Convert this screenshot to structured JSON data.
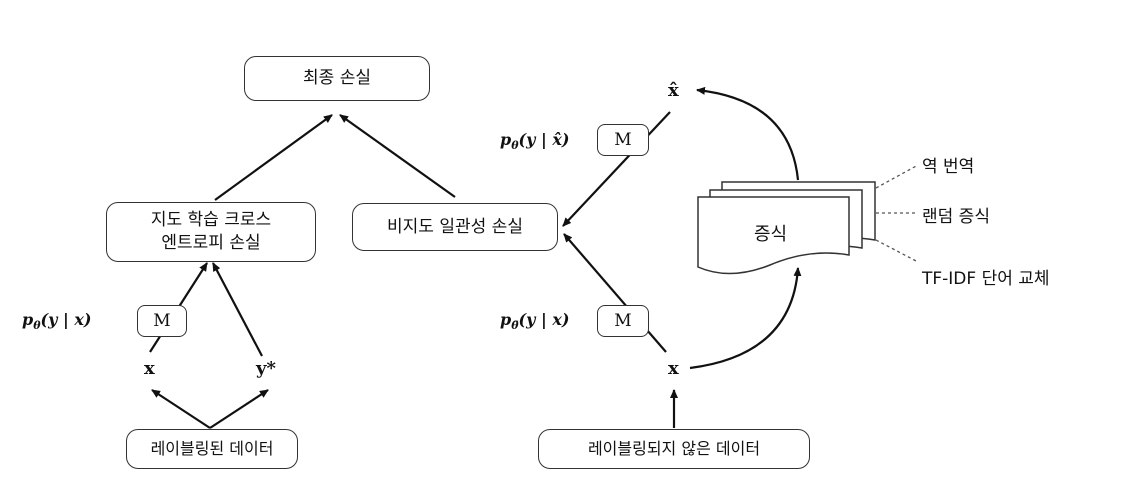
{
  "nodes": {
    "final_loss": "최종 손실",
    "supervised_line1": "지도 학습 크로스",
    "supervised_line2": "엔트로피 손실",
    "unsupervised": "비지도 일관성 손실",
    "labeled_data": "레이블링된 데이터",
    "unlabeled_data": "레이블링되지 않은 데이터",
    "augmentation": "증식"
  },
  "models": {
    "m_left": "M",
    "m_top_right": "M",
    "m_bottom_right": "M"
  },
  "math": {
    "p_left": "p",
    "p_left_sub": "θ",
    "p_left_args": "(y | x)",
    "p_top": "p",
    "p_top_sub": "θ",
    "p_top_args": "(y | x̂)",
    "p_bottom": "p",
    "p_bottom_sub": "θ̃",
    "p_bottom_args": "(y | x)"
  },
  "variables": {
    "x_left": "x",
    "y_star": "y*",
    "x_hat": "x̂",
    "x_right": "x"
  },
  "augmentation_methods": [
    "역 번역",
    "랜덤 증식",
    "TF-IDF 단어 교체"
  ]
}
